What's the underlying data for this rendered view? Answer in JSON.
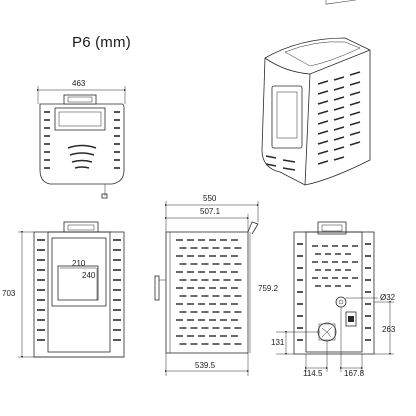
{
  "title": "P6 (mm)",
  "dimensions": {
    "top_width": "463",
    "side_depth": "550",
    "side_inner_depth": "507.1",
    "front_height": "703",
    "side_height": "759.2",
    "glass_width": "210",
    "glass_height": "240",
    "side_base": "539.5",
    "rear_flue_diameter": "Ø32",
    "rear_flue_height": "263",
    "rear_outlet_height": "131",
    "rear_outlet_offset": "114.5",
    "rear_flue_offset": "167.8"
  }
}
